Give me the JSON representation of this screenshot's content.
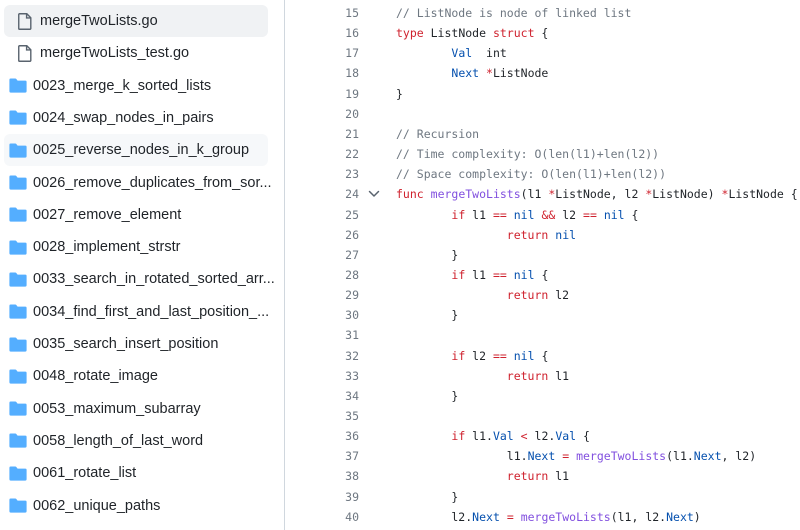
{
  "sidebar": {
    "items": [
      {
        "type": "file",
        "label": "mergeTwoLists.go",
        "state": "selected"
      },
      {
        "type": "file",
        "label": "mergeTwoLists_test.go",
        "state": ""
      },
      {
        "type": "folder",
        "label": "0023_merge_k_sorted_lists",
        "state": ""
      },
      {
        "type": "folder",
        "label": "0024_swap_nodes_in_pairs",
        "state": ""
      },
      {
        "type": "folder",
        "label": "0025_reverse_nodes_in_k_group",
        "state": "hovered"
      },
      {
        "type": "folder",
        "label": "0026_remove_duplicates_from_sor...",
        "state": ""
      },
      {
        "type": "folder",
        "label": "0027_remove_element",
        "state": ""
      },
      {
        "type": "folder",
        "label": "0028_implement_strstr",
        "state": ""
      },
      {
        "type": "folder",
        "label": "0033_search_in_rotated_sorted_arr...",
        "state": ""
      },
      {
        "type": "folder",
        "label": "0034_find_first_and_last_position_...",
        "state": ""
      },
      {
        "type": "folder",
        "label": "0035_search_insert_position",
        "state": ""
      },
      {
        "type": "folder",
        "label": "0048_rotate_image",
        "state": ""
      },
      {
        "type": "folder",
        "label": "0053_maximum_subarray",
        "state": ""
      },
      {
        "type": "folder",
        "label": "0058_length_of_last_word",
        "state": ""
      },
      {
        "type": "folder",
        "label": "0061_rotate_list",
        "state": ""
      },
      {
        "type": "folder",
        "label": "0062_unique_paths",
        "state": ""
      }
    ],
    "folder_color": "#54aeff",
    "file_icon": "file-icon",
    "folder_icon": "folder-icon"
  },
  "code": {
    "fold_line": 24,
    "lines": [
      {
        "n": "15",
        "tokens": [
          {
            "t": "// ListNode is node of linked list",
            "c": "cm"
          }
        ]
      },
      {
        "n": "16",
        "tokens": [
          {
            "t": "type",
            "c": "kw"
          },
          {
            "t": " ListNode ",
            "c": ""
          },
          {
            "t": "struct",
            "c": "kw"
          },
          {
            "t": " {",
            "c": ""
          }
        ]
      },
      {
        "n": "17",
        "tokens": [
          {
            "t": "        ",
            "c": ""
          },
          {
            "t": "Val",
            "c": "ty"
          },
          {
            "t": "  int",
            "c": ""
          }
        ]
      },
      {
        "n": "18",
        "tokens": [
          {
            "t": "        ",
            "c": ""
          },
          {
            "t": "Next",
            "c": "ty"
          },
          {
            "t": " *",
            "c": "kw"
          },
          {
            "t": "ListNode",
            "c": ""
          }
        ]
      },
      {
        "n": "19",
        "tokens": [
          {
            "t": "}",
            "c": ""
          }
        ]
      },
      {
        "n": "20",
        "tokens": []
      },
      {
        "n": "21",
        "tokens": [
          {
            "t": "// Recursion",
            "c": "cm"
          }
        ]
      },
      {
        "n": "22",
        "tokens": [
          {
            "t": "// Time complexity: O(len(l1)+len(l2))",
            "c": "cm"
          }
        ]
      },
      {
        "n": "23",
        "tokens": [
          {
            "t": "// Space complexity: O(len(l1)+len(l2))",
            "c": "cm"
          }
        ]
      },
      {
        "n": "24",
        "tokens": [
          {
            "t": "func",
            "c": "kw"
          },
          {
            "t": " ",
            "c": ""
          },
          {
            "t": "mergeTwoLists",
            "c": "fn"
          },
          {
            "t": "(l1 ",
            "c": ""
          },
          {
            "t": "*",
            "c": "kw"
          },
          {
            "t": "ListNode, l2 ",
            "c": ""
          },
          {
            "t": "*",
            "c": "kw"
          },
          {
            "t": "ListNode) ",
            "c": ""
          },
          {
            "t": "*",
            "c": "kw"
          },
          {
            "t": "ListNode {",
            "c": ""
          }
        ]
      },
      {
        "n": "25",
        "tokens": [
          {
            "t": "        ",
            "c": ""
          },
          {
            "t": "if",
            "c": "kw"
          },
          {
            "t": " l1 ",
            "c": ""
          },
          {
            "t": "==",
            "c": "kw"
          },
          {
            "t": " ",
            "c": ""
          },
          {
            "t": "nil",
            "c": "ty"
          },
          {
            "t": " ",
            "c": ""
          },
          {
            "t": "&&",
            "c": "kw"
          },
          {
            "t": " l2 ",
            "c": ""
          },
          {
            "t": "==",
            "c": "kw"
          },
          {
            "t": " ",
            "c": ""
          },
          {
            "t": "nil",
            "c": "ty"
          },
          {
            "t": " {",
            "c": ""
          }
        ]
      },
      {
        "n": "26",
        "tokens": [
          {
            "t": "                ",
            "c": ""
          },
          {
            "t": "return",
            "c": "kw"
          },
          {
            "t": " ",
            "c": ""
          },
          {
            "t": "nil",
            "c": "ty"
          }
        ]
      },
      {
        "n": "27",
        "tokens": [
          {
            "t": "        }",
            "c": ""
          }
        ]
      },
      {
        "n": "28",
        "tokens": [
          {
            "t": "        ",
            "c": ""
          },
          {
            "t": "if",
            "c": "kw"
          },
          {
            "t": " l1 ",
            "c": ""
          },
          {
            "t": "==",
            "c": "kw"
          },
          {
            "t": " ",
            "c": ""
          },
          {
            "t": "nil",
            "c": "ty"
          },
          {
            "t": " {",
            "c": ""
          }
        ]
      },
      {
        "n": "29",
        "tokens": [
          {
            "t": "                ",
            "c": ""
          },
          {
            "t": "return",
            "c": "kw"
          },
          {
            "t": " l2",
            "c": ""
          }
        ]
      },
      {
        "n": "30",
        "tokens": [
          {
            "t": "        }",
            "c": ""
          }
        ]
      },
      {
        "n": "31",
        "tokens": []
      },
      {
        "n": "32",
        "tokens": [
          {
            "t": "        ",
            "c": ""
          },
          {
            "t": "if",
            "c": "kw"
          },
          {
            "t": " l2 ",
            "c": ""
          },
          {
            "t": "==",
            "c": "kw"
          },
          {
            "t": " ",
            "c": ""
          },
          {
            "t": "nil",
            "c": "ty"
          },
          {
            "t": " {",
            "c": ""
          }
        ]
      },
      {
        "n": "33",
        "tokens": [
          {
            "t": "                ",
            "c": ""
          },
          {
            "t": "return",
            "c": "kw"
          },
          {
            "t": " l1",
            "c": ""
          }
        ]
      },
      {
        "n": "34",
        "tokens": [
          {
            "t": "        }",
            "c": ""
          }
        ]
      },
      {
        "n": "35",
        "tokens": []
      },
      {
        "n": "36",
        "tokens": [
          {
            "t": "        ",
            "c": ""
          },
          {
            "t": "if",
            "c": "kw"
          },
          {
            "t": " l1.",
            "c": ""
          },
          {
            "t": "Val",
            "c": "ty"
          },
          {
            "t": " ",
            "c": ""
          },
          {
            "t": "<",
            "c": "kw"
          },
          {
            "t": " l2.",
            "c": ""
          },
          {
            "t": "Val",
            "c": "ty"
          },
          {
            "t": " {",
            "c": ""
          }
        ]
      },
      {
        "n": "37",
        "tokens": [
          {
            "t": "                l1.",
            "c": ""
          },
          {
            "t": "Next",
            "c": "ty"
          },
          {
            "t": " ",
            "c": ""
          },
          {
            "t": "=",
            "c": "kw"
          },
          {
            "t": " ",
            "c": ""
          },
          {
            "t": "mergeTwoLists",
            "c": "fn"
          },
          {
            "t": "(l1.",
            "c": ""
          },
          {
            "t": "Next",
            "c": "ty"
          },
          {
            "t": ", l2)",
            "c": ""
          }
        ]
      },
      {
        "n": "38",
        "tokens": [
          {
            "t": "                ",
            "c": ""
          },
          {
            "t": "return",
            "c": "kw"
          },
          {
            "t": " l1",
            "c": ""
          }
        ]
      },
      {
        "n": "39",
        "tokens": [
          {
            "t": "        }",
            "c": ""
          }
        ]
      },
      {
        "n": "40",
        "tokens": [
          {
            "t": "        l2.",
            "c": ""
          },
          {
            "t": "Next",
            "c": "ty"
          },
          {
            "t": " ",
            "c": ""
          },
          {
            "t": "=",
            "c": "kw"
          },
          {
            "t": " ",
            "c": ""
          },
          {
            "t": "mergeTwoLists",
            "c": "fn"
          },
          {
            "t": "(l1, l2.",
            "c": ""
          },
          {
            "t": "Next",
            "c": "ty"
          },
          {
            "t": ")",
            "c": ""
          }
        ]
      }
    ]
  }
}
